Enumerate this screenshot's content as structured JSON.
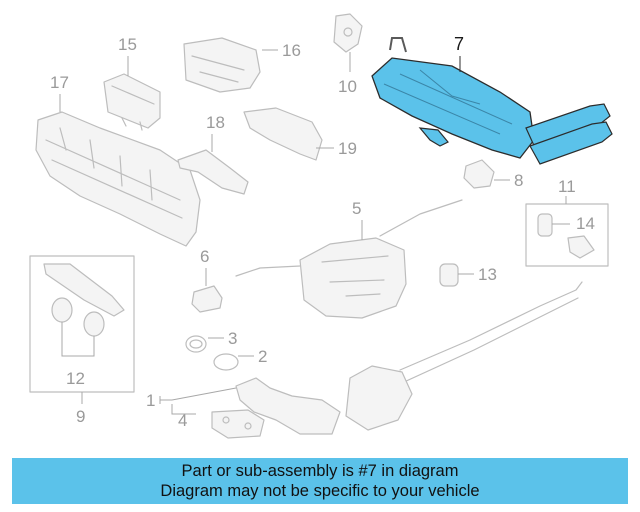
{
  "diagram": {
    "highlight_color": "#5bc2ea",
    "callouts": {
      "c1": "1",
      "c2": "2",
      "c3": "3",
      "c4": "4",
      "c5": "5",
      "c6": "6",
      "c7": "7",
      "c8": "8",
      "c9": "9",
      "c10": "10",
      "c11": "11",
      "c12": "12",
      "c13": "13",
      "c14": "14",
      "c15": "15",
      "c16": "16",
      "c17": "17",
      "c18": "18",
      "c19": "19"
    }
  },
  "banner": {
    "line1": "Part or sub-assembly is #7 in diagram",
    "line2": "Diagram may not be specific to your vehicle"
  }
}
